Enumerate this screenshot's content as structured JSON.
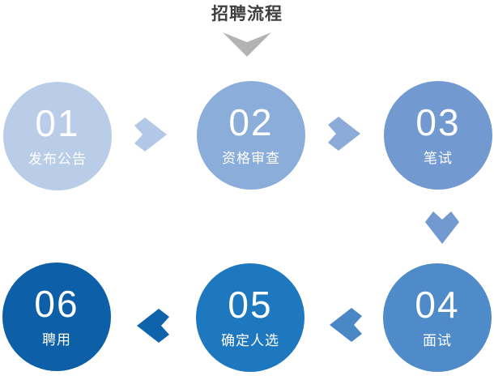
{
  "title": {
    "text": "招聘流程",
    "color": "#3f3f3f"
  },
  "title_pointer": {
    "icon": "chevron-down-icon",
    "color": "#b3b3b3"
  },
  "steps": [
    {
      "number": "01",
      "label": "发布公告",
      "color": "#b9cce8"
    },
    {
      "number": "02",
      "label": "资格审查",
      "color": "#8badd9"
    },
    {
      "number": "03",
      "label": "笔试",
      "color": "#7299d0"
    },
    {
      "number": "04",
      "label": "面试",
      "color": "#4e8bc8"
    },
    {
      "number": "05",
      "label": "确定人选",
      "color": "#1e78bf"
    },
    {
      "number": "06",
      "label": "聘用",
      "color": "#0d60a8"
    }
  ],
  "arrows": [
    {
      "name": "step1-to-step2",
      "direction": "right",
      "color": "#b3c8e6"
    },
    {
      "name": "step2-to-step3",
      "direction": "right",
      "color": "#8cabd8"
    },
    {
      "name": "step3-to-step4",
      "direction": "down",
      "color": "#7299d0"
    },
    {
      "name": "step4-to-step5",
      "direction": "left",
      "color": "#4a87c5"
    },
    {
      "name": "step5-to-step6",
      "direction": "left",
      "color": "#0e63ab"
    }
  ]
}
